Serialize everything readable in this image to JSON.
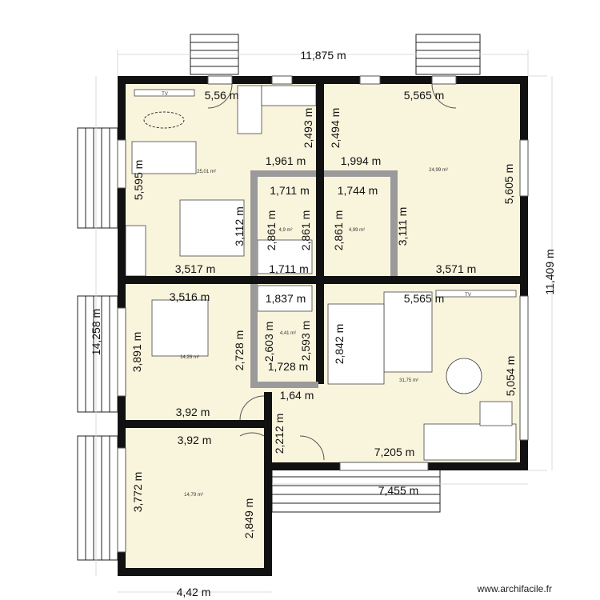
{
  "plan": {
    "overall_width": "11,875 m",
    "overall_height": "11,409 m",
    "left_height": "14,258 m",
    "bottom_width": "4,42 m",
    "dimensions": [
      "5,56 m",
      "5,565 m",
      "2,493 m",
      "2,494 m",
      "1,961 m",
      "1,994 m",
      "1,711 m",
      "1,744 m",
      "5,595 m",
      "5,605 m",
      "3,112 m",
      "2,861 m",
      "2,861 m",
      "2,861 m",
      "3,111 m",
      "3,517 m",
      "1,711 m",
      "3,571 m",
      "3,516 m",
      "1,837 m",
      "5,565 m",
      "2,728 m",
      "2,603 m",
      "2,593 m",
      "2,842 m",
      "3,891 m",
      "1,728 m",
      "5,054 m",
      "1,64 m",
      "3,92 m",
      "2,212 m",
      "3,92 m",
      "7,205 m",
      "7,455 m",
      "3,772 m",
      "2,849 m"
    ],
    "areas": [
      "25,01 m²",
      "24,99 m²",
      "4,9 m²",
      "4,99 m²",
      "4,41 m²",
      "14,26 m²",
      "31,75 m²",
      "14,79 m²"
    ],
    "furniture_labels": {
      "tv_1": "TV",
      "tv_2": "TV"
    }
  },
  "watermark": "www.archifacile.fr"
}
